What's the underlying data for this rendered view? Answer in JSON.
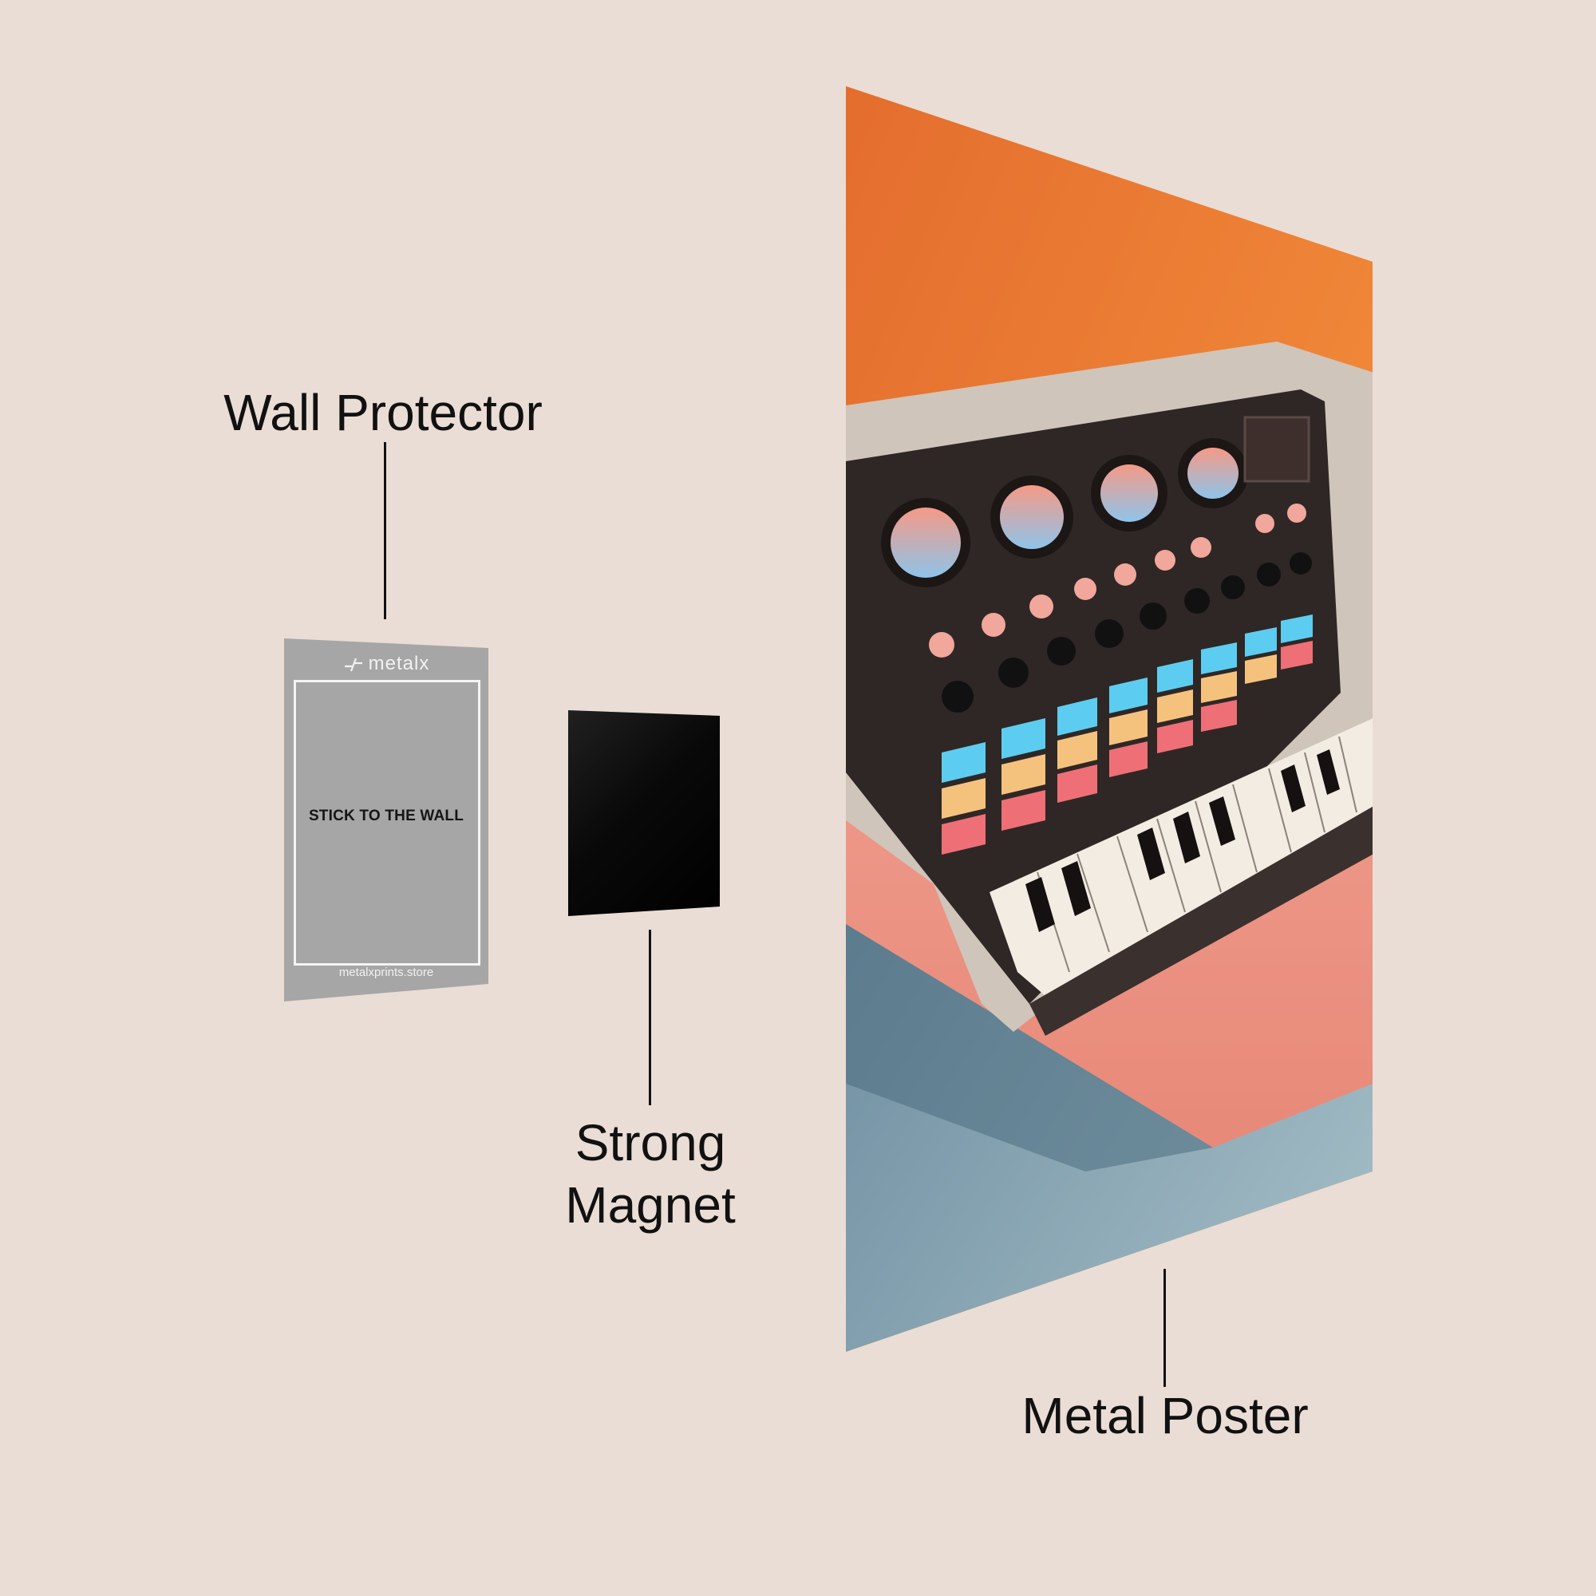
{
  "labels": {
    "wall_protector": "Wall Protector",
    "strong_magnet_line1": "Strong",
    "strong_magnet_line2": "Magnet",
    "metal_poster": "Metal Poster"
  },
  "wall_protector_card": {
    "brand": "metalx",
    "instruction": "STICK TO THE WALL",
    "website": "metalxprints.store"
  },
  "colors": {
    "background": "#eaddd5",
    "protector": "#a6a6a6",
    "magnet": "#000000",
    "poster_orange": "#f0823a",
    "poster_pink": "#ee9a8a",
    "poster_blue": "#9fb8c2"
  },
  "icons": {
    "brand_logo": "metalx-logo-icon"
  }
}
